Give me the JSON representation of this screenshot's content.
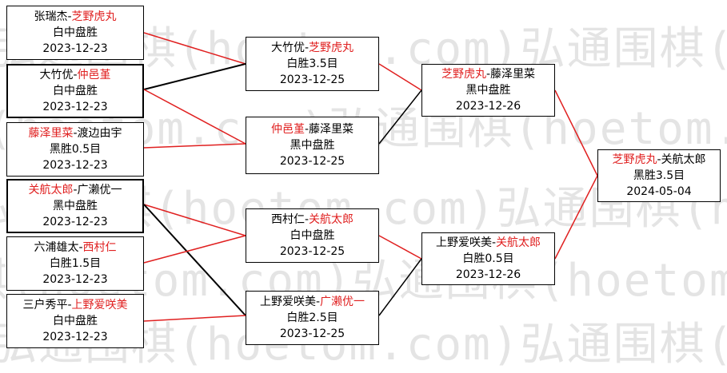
{
  "watermark": "弘通围棋(hoetom.com)弘通围棋(hoetom.com)弘通围棋",
  "colors": {
    "winner": "#e02020",
    "loser": "#000000"
  },
  "round1": [
    {
      "p1": "张瑞杰",
      "p2": "芝野虎丸",
      "winner": 2,
      "result": "白中盘胜",
      "date": "2023-12-23"
    },
    {
      "p1": "大竹优",
      "p2": "仲邑堇",
      "winner": 2,
      "result": "白中盘胜",
      "date": "2023-12-23"
    },
    {
      "p1": "藤泽里菜",
      "p2": "渡边由宇",
      "winner": 1,
      "result": "黑胜0.5目",
      "date": "2023-12-23"
    },
    {
      "p1": "关航太郎",
      "p2": "广濑优一",
      "winner": 1,
      "result": "黑中盘胜",
      "date": "2023-12-23"
    },
    {
      "p1": "六浦雄太",
      "p2": "西村仁",
      "winner": 2,
      "result": "白胜1.5目",
      "date": "2023-12-23"
    },
    {
      "p1": "三户秀平",
      "p2": "上野爱咲美",
      "winner": 2,
      "result": "白中盘胜",
      "date": "2023-12-23"
    }
  ],
  "round2": [
    {
      "p1": "大竹优",
      "p2": "芝野虎丸",
      "winner": 2,
      "result": "白胜3.5目",
      "date": "2023-12-25"
    },
    {
      "p1": "仲邑堇",
      "p2": "藤泽里菜",
      "winner": 1,
      "result": "黑中盘胜",
      "date": "2023-12-25"
    },
    {
      "p1": "西村仁",
      "p2": "关航太郎",
      "winner": 2,
      "result": "白中盘胜",
      "date": "2023-12-25"
    },
    {
      "p1": "上野爱咲美",
      "p2": "广濑优一",
      "winner": 2,
      "result": "白胜2.5目",
      "date": "2023-12-25"
    }
  ],
  "round3": [
    {
      "p1": "芝野虎丸",
      "p2": "藤泽里菜",
      "winner": 1,
      "result": "黑中盘胜",
      "date": "2023-12-26"
    },
    {
      "p1": "上野爱咲美",
      "p2": "关航太郎",
      "winner": 2,
      "result": "白胜0.5目",
      "date": "2023-12-26"
    }
  ],
  "final": [
    {
      "p1": "芝野虎丸",
      "p2": "关航太郎",
      "winner": 1,
      "result": "黑胜3.5目",
      "date": "2024-05-04"
    }
  ]
}
